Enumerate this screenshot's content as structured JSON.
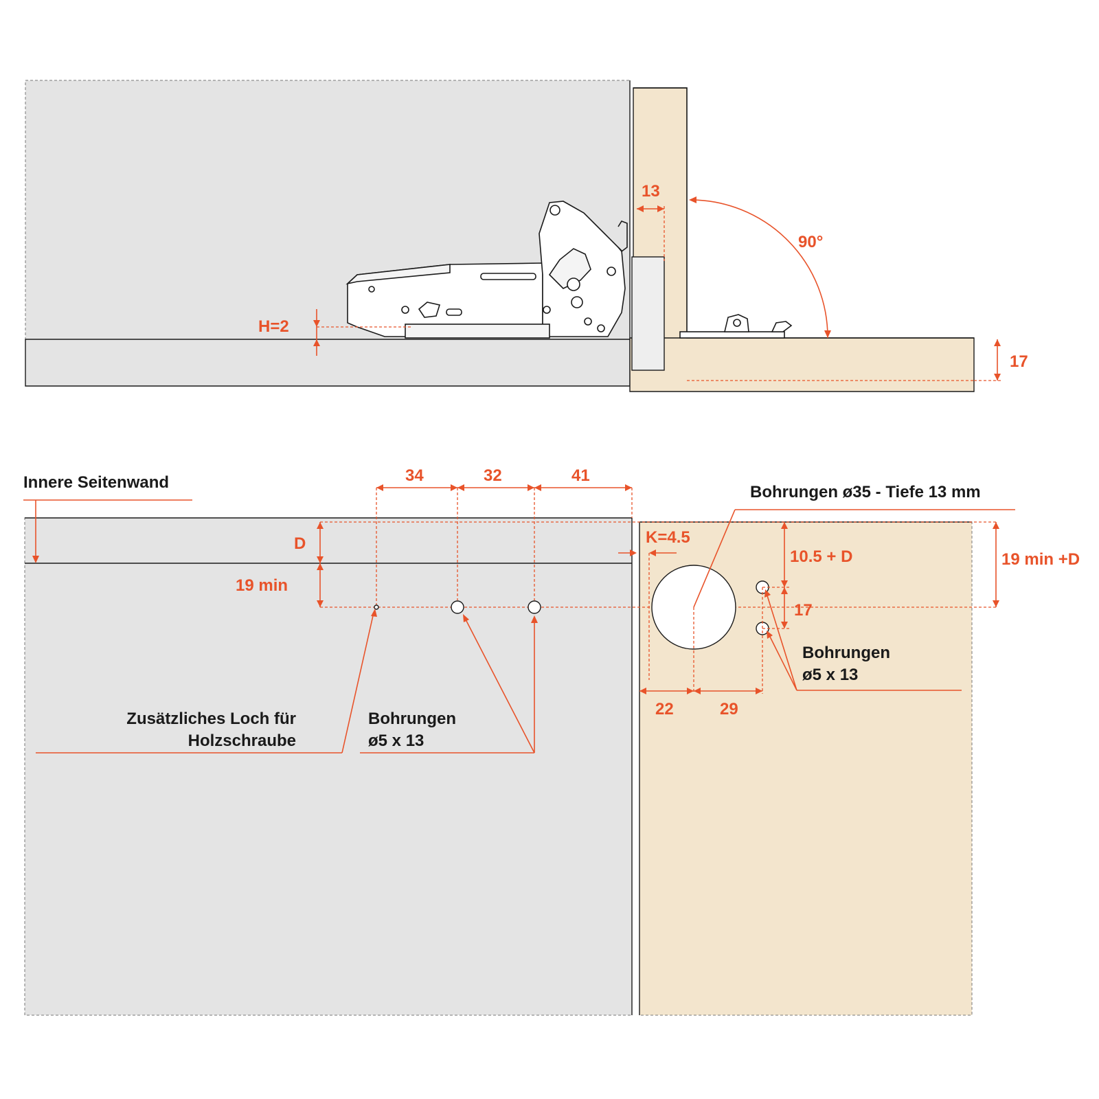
{
  "colors": {
    "dimension": "#e8532a",
    "cabinet_side": "#e4e4e4",
    "door": "#f3e5cd",
    "outline": "#1a1a1a"
  },
  "side_view": {
    "h_label": "H=2",
    "offset_13": "13",
    "angle_90": "90°",
    "thickness_17": "17"
  },
  "plan_view": {
    "innere_seitenwand": "Innere Seitenwand",
    "dim_34": "34",
    "dim_32": "32",
    "dim_41": "41",
    "d_label": "D",
    "min19": "19 min",
    "k_label": "K=4.5",
    "bohr35": "Bohrungen ø35 - Tiefe 13 mm",
    "dim_105d": "10.5 + D",
    "dim_19d": "19 min +D",
    "dim_17": "17",
    "bohr_right_1": "Bohrungen",
    "bohr_right_2": "ø5 x 13",
    "dim_22": "22",
    "dim_29": "29",
    "zusatz_1": "Zusätzliches Loch für",
    "zusatz_2": "Holzschraube",
    "bohr_left_1": "Bohrungen",
    "bohr_left_2": "ø5 x 13"
  }
}
